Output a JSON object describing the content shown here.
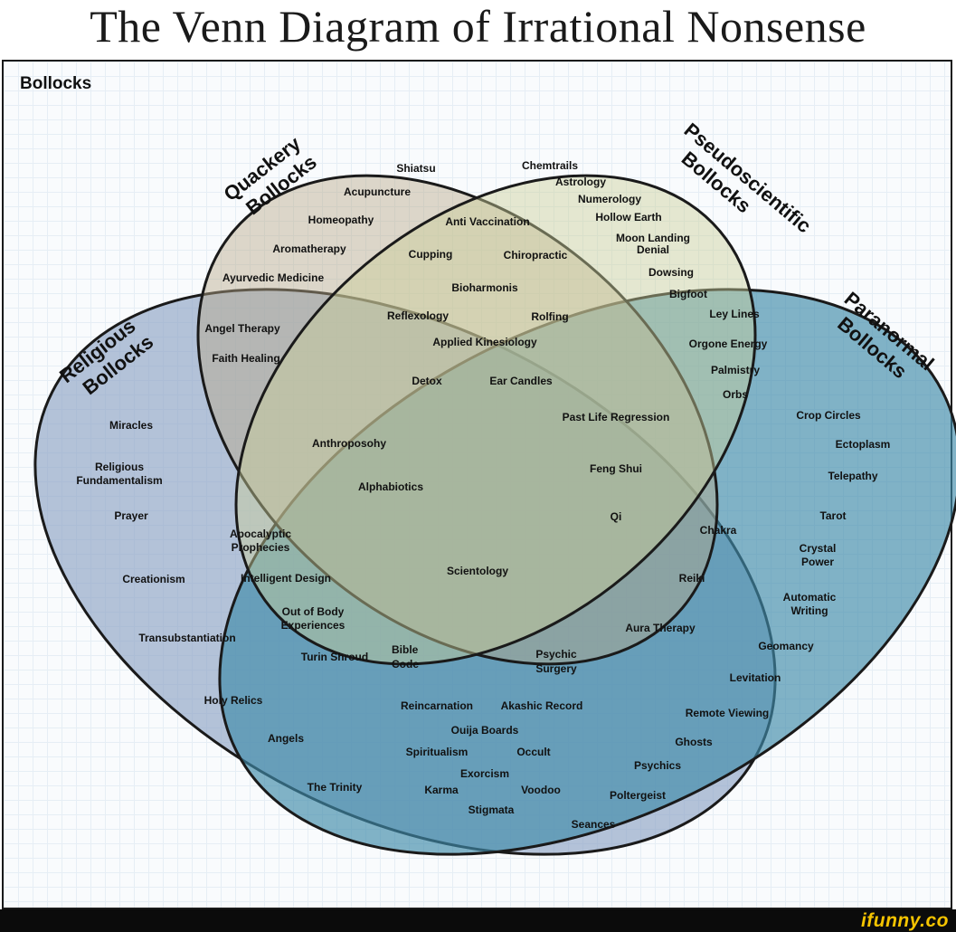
{
  "title": "The Venn Diagram of Irrational Nonsense",
  "frame_label": "Bollocks",
  "footer": {
    "logo": "ifunny.co"
  },
  "colors": {
    "religious": "#8ea3c4",
    "paranormal": "#3f8aa9",
    "quackery": "#b8a98a",
    "pseudoscientific": "#c9ce9a",
    "outline": "#1a1a1a"
  },
  "sets": [
    {
      "id": "religious",
      "title_lines": [
        "Religious",
        "Bollocks"
      ]
    },
    {
      "id": "paranormal",
      "title_lines": [
        "Paranormal",
        "Bollocks"
      ]
    },
    {
      "id": "quackery",
      "title_lines": [
        "Quackery",
        "Bollocks"
      ]
    },
    {
      "id": "pseudoscientific",
      "title_lines": [
        "Pseudoscientific",
        "Bollocks"
      ]
    }
  ],
  "items": {
    "religious_only": [
      "Miracles",
      "Religious Fundamentalism",
      "Prayer",
      "Creationism",
      "Transubstantiation",
      "Holy Relics",
      "Angels",
      "The Trinity"
    ],
    "religious_quackery": [
      "Angel Therapy",
      "Faith Healing"
    ],
    "quackery_only": [
      "Shiatsu",
      "Acupuncture",
      "Homeopathy",
      "Aromatherapy",
      "Ayurvedic Medicine"
    ],
    "quackery_pseudo": [
      "Anti Vaccination",
      "Cupping",
      "Chiropractic",
      "Bioharmonis",
      "Reflexology",
      "Rolfing",
      "Applied Kinesiology",
      "Detox",
      "Ear Candles"
    ],
    "pseudo_only": [
      "Chemtrails",
      "Astrology",
      "Numerology",
      "Hollow Earth",
      "Moon Landing Denial",
      "Dowsing",
      "Bigfoot"
    ],
    "pseudo_paranormal": [
      "Ley Lines",
      "Orgone Energy",
      "Palmistry",
      "Orbs"
    ],
    "paranormal_only": [
      "Crop Circles",
      "Ectoplasm",
      "Telepathy",
      "Tarot",
      "Crystal Power",
      "Automatic Writing",
      "Geomancy",
      "Levitation",
      "Remote Viewing",
      "Ghosts",
      "Psychics",
      "Poltergeist",
      "Seances"
    ],
    "religious_quackery_pseudo": [
      "Anthroposohy",
      "Alphabiotics"
    ],
    "quackery_pseudo_paranormal": [
      "Past Life Regression",
      "Feng Shui",
      "Qi"
    ],
    "all_four": [
      "Scientology"
    ],
    "religious_pseudo": [
      "Apocalyptic Prophecies",
      "Intelligent Design",
      "Out of Body Experiences",
      "Turin Shroud"
    ],
    "pseudo_paranormal_lower": [
      "Chakra",
      "Reiki",
      "Aura Therapy"
    ],
    "religious_pseudo_paranormal": [
      "Bible Code"
    ],
    "pseudo_paranormal_religious_right": [
      "Psychic Surgery"
    ],
    "religious_paranormal": [
      "Reincarnation",
      "Akashic Record",
      "Ouija Boards",
      "Spiritualism",
      "Occult",
      "Exorcism",
      "Karma",
      "Voodoo",
      "Stigmata"
    ]
  }
}
